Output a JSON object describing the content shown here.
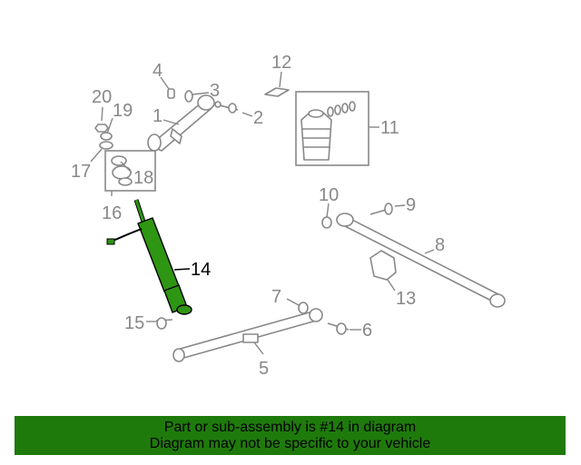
{
  "callouts": [
    "1",
    "2",
    "3",
    "4",
    "5",
    "6",
    "7",
    "8",
    "9",
    "10",
    "11",
    "12",
    "13",
    "14",
    "15",
    "16",
    "17",
    "18",
    "19",
    "20"
  ],
  "highlighted_callout": "14",
  "banner": {
    "line1": "Part or sub-assembly is #14 in diagram",
    "line2": "Diagram may not be specific to your vehicle"
  },
  "colors": {
    "banner_background": "#1f7a0c",
    "highlighted_part": "#2e9612",
    "line_art": "#888888"
  }
}
